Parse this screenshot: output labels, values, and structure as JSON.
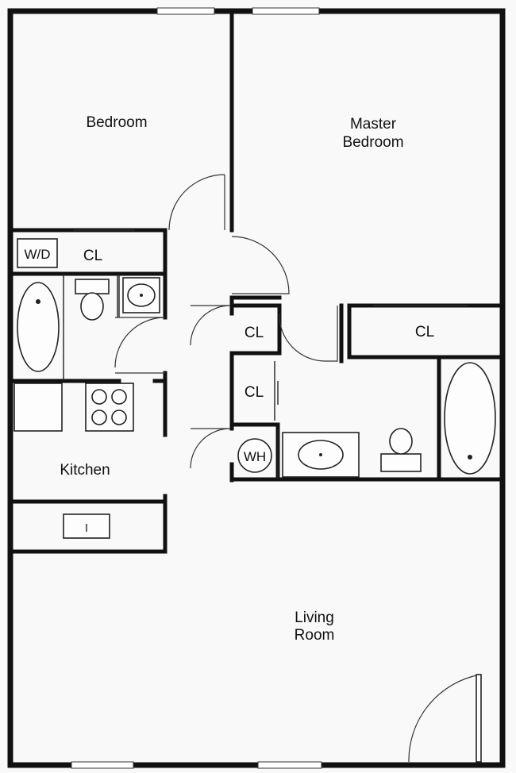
{
  "rooms": {
    "bedroom": "Bedroom",
    "master_line1": "Master",
    "master_line2": "Bedroom",
    "kitchen": "Kitchen",
    "living_line1": "Living",
    "living_line2": "Room",
    "wd": "W/D",
    "closet_top_left": "CL",
    "closet_hall_1": "CL",
    "closet_hall_2": "CL",
    "closet_master": "CL",
    "water_heater": "WH"
  }
}
